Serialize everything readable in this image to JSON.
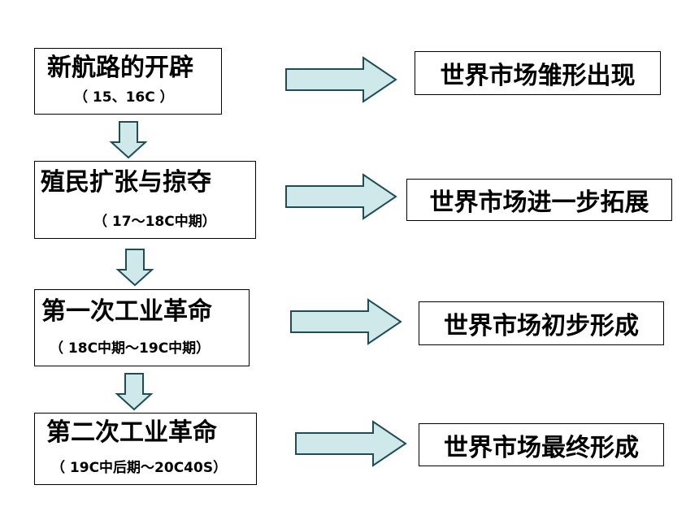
{
  "stages": [
    {
      "title": "新航路的开辟",
      "period": "（ 15、16C ）",
      "result": "世界市场雏形出现"
    },
    {
      "title": "殖民扩张与掠夺",
      "period": "（ 17～18C中期）",
      "result": "世界市场进一步拓展"
    },
    {
      "title": "第一次工业革命",
      "period": "（ 18C中期～19C中期）",
      "result": "世界市场初步形成"
    },
    {
      "title": "第二次工业革命",
      "period": "（ 19C中后期～20C40S）",
      "result": "世界市场最终形成"
    }
  ],
  "colors": {
    "arrow_fill": "#cfe8ea",
    "arrow_stroke": "#1e4d55",
    "border": "#000000"
  }
}
